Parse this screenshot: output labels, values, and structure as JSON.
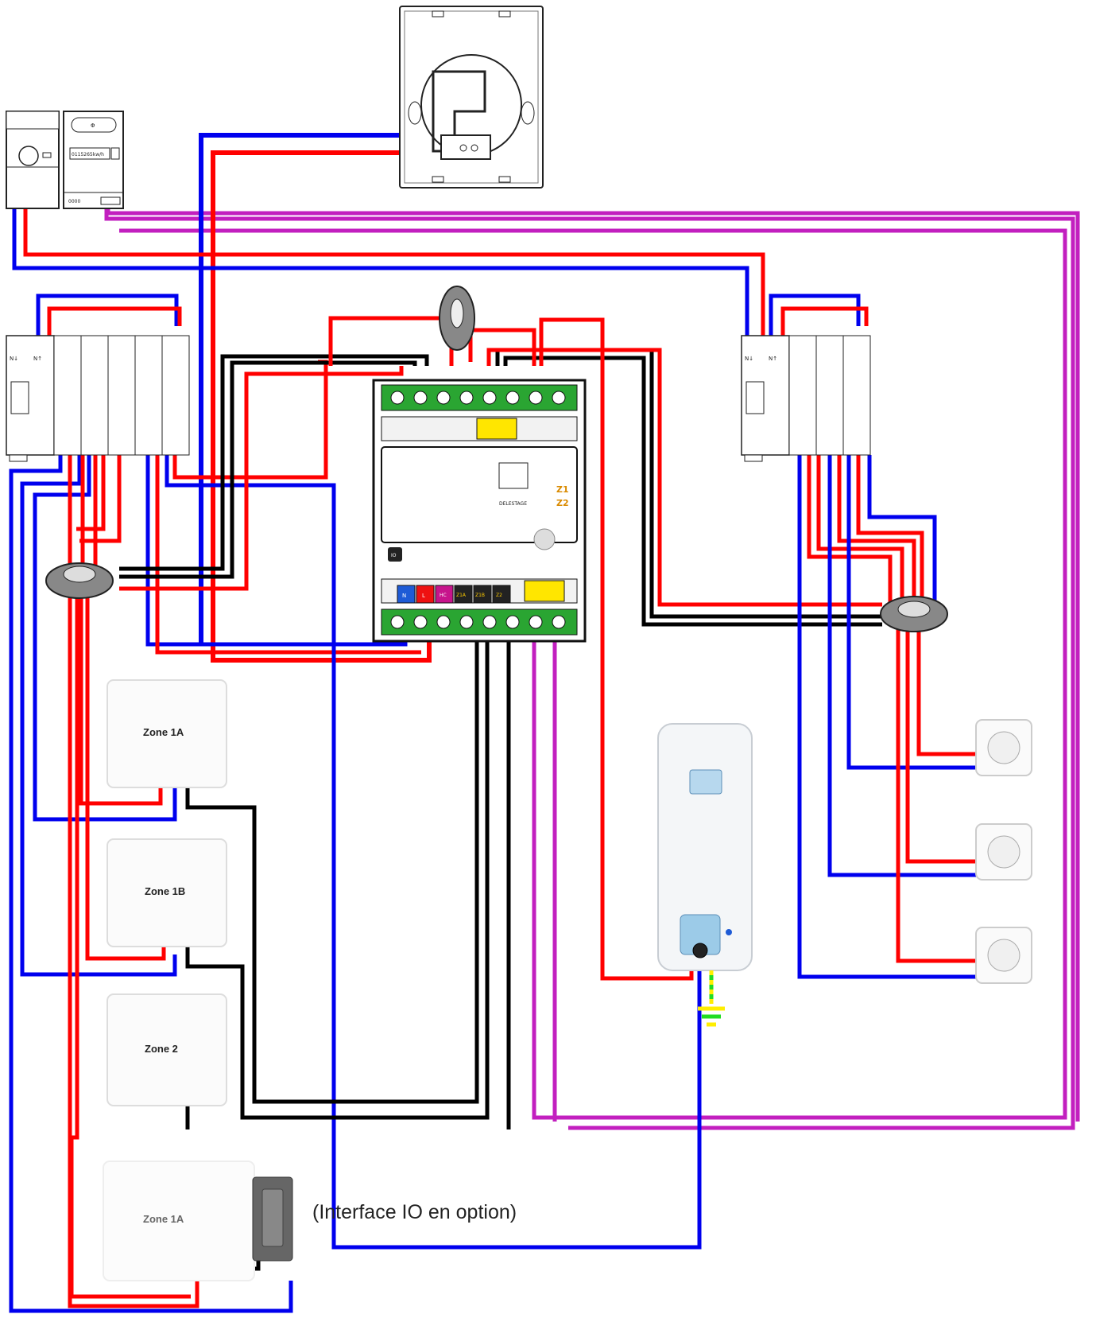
{
  "colors": {
    "phase": "#ff0000",
    "neutral": "#0000ee",
    "pilot_wire": "#000000",
    "teleinfo": "#c21fbf",
    "earth_green": "#22dd22",
    "earth_yellow": "#ffee00",
    "module_green": "#2aa532"
  },
  "radiators": [
    {
      "label": "Zone 1A"
    },
    {
      "label": "Zone 1B"
    },
    {
      "label": "Zone 2"
    },
    {
      "label": "Zone 1A"
    }
  ],
  "io_interface_caption": "(Interface IO en option)",
  "breaker": {
    "n_down": "N↓",
    "n_up": "N↑"
  },
  "module": {
    "lower_terminals": [
      "N",
      "L",
      "HC",
      "Z1A",
      "Z1B",
      "Z2"
    ],
    "delestage": "DELESTAGE",
    "zone_outputs": [
      "Z1",
      "Z2"
    ],
    "io_badge": "IO"
  },
  "meter": {
    "display": "0115265kw/h"
  }
}
